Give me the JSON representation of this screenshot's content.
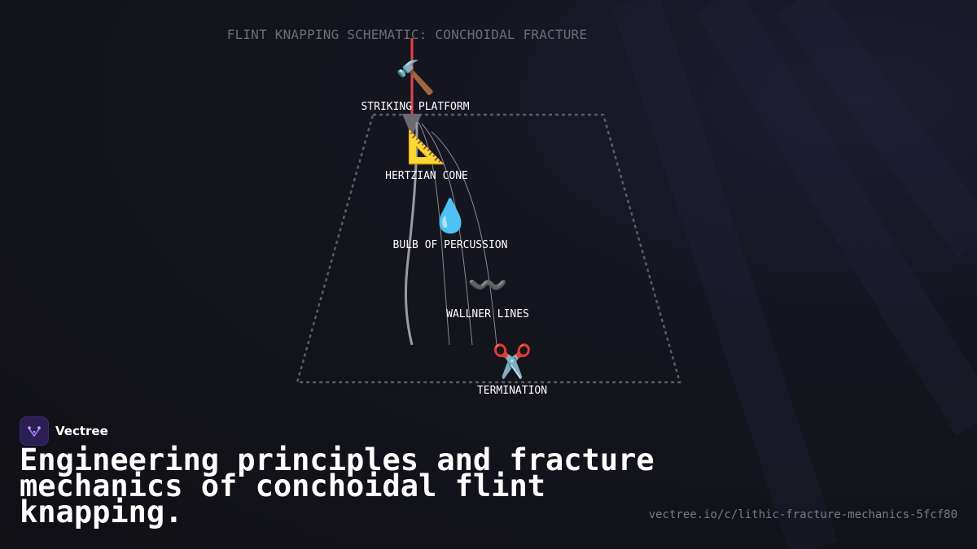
{
  "diagram": {
    "title": "FLINT KNAPPING SCHEMATIC: CONCHOIDAL FRACTURE",
    "nodes": [
      {
        "icon": "hammer",
        "emoji": "🔨",
        "label": "STRIKING PLATFORM"
      },
      {
        "icon": "triangular-ruler",
        "emoji": "📐",
        "label": "HERTZIAN CONE"
      },
      {
        "icon": "droplet",
        "emoji": "💧",
        "label": "BULB OF PERCUSSION"
      },
      {
        "icon": "wavy-dash",
        "emoji": "〰️",
        "label": "WALLNER LINES"
      },
      {
        "icon": "scissors",
        "emoji": "✂️",
        "label": "TERMINATION"
      }
    ],
    "colors": {
      "strike_line": "#e8434a",
      "outline": "#5c5c66",
      "fracture": "#9a9aa2"
    }
  },
  "brand": {
    "name": "Vectree",
    "logo_icon": "vectree-logo",
    "accent": "#a878ff"
  },
  "headline": "Engineering principles and fracture mechanics of conchoidal flint knapping.",
  "url": "vectree.io/c/lithic-fracture-mechanics-5fcf80"
}
